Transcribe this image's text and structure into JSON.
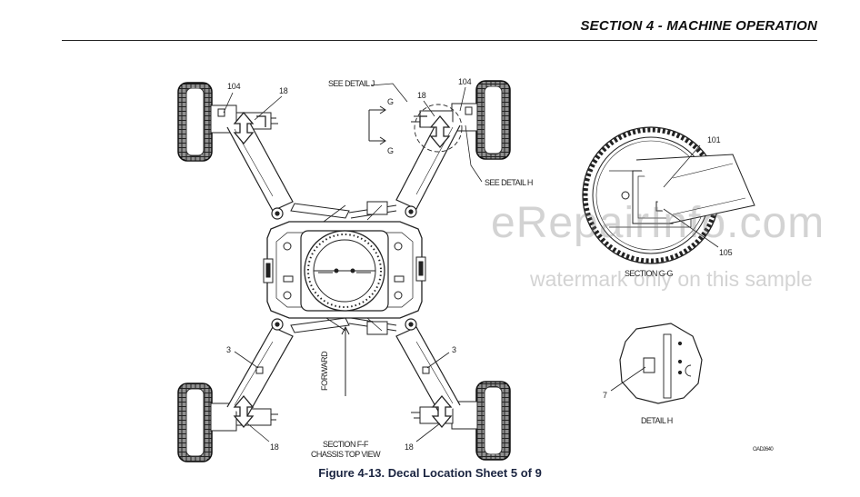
{
  "header": {
    "section_title": "SECTION 4 - MACHINE OPERATION"
  },
  "figure": {
    "caption": "Figure 4-13. Decal Location Sheet 5 of 9",
    "code": "OAD2640"
  },
  "callouts": {
    "c104_left": "104",
    "c18_top_left": "18",
    "see_detail_j": "SEE DETAIL J",
    "c18_top_right": "18",
    "c104_right": "104",
    "g_top": "G",
    "g_bottom": "G",
    "see_detail_h": "SEE DETAIL H",
    "c101": "101",
    "c105": "105",
    "section_gg": "SECTION G-G",
    "c3_left": "3",
    "c3_right": "3",
    "forward": "FORWARD",
    "c18_bottom_left": "18",
    "c18_bottom_right": "18",
    "section_ff": "SECTION F-F",
    "chassis_top_view": "CHASSIS TOP VIEW",
    "c7": "7",
    "detail_h": "DETAIL H"
  },
  "watermark": {
    "site": "eRepairInfo.com",
    "notice": "watermark only on this sample"
  }
}
